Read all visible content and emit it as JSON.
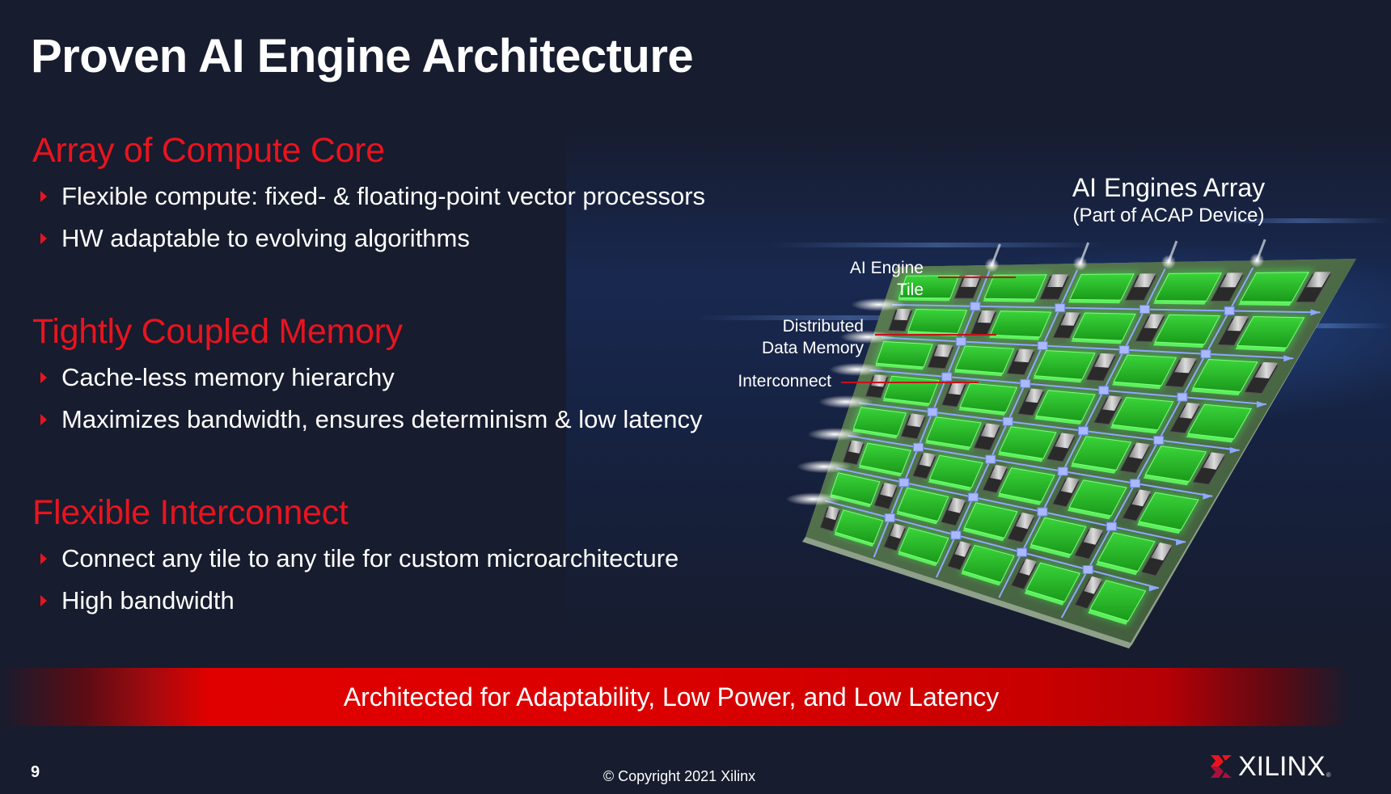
{
  "slide": {
    "title": "Proven AI Engine Architecture",
    "page_number": "9",
    "copyright": "© Copyright 2021 Xilinx",
    "logo_text": "XILINX",
    "logo_registered": "®",
    "banner_text": "Architected for Adaptability, Low Power, and Low Latency"
  },
  "sections": [
    {
      "heading": "Array of Compute Core",
      "bullets": [
        "Flexible compute: fixed- & floating-point vector processors",
        "HW adaptable to evolving algorithms"
      ]
    },
    {
      "heading": "Tightly Coupled Memory",
      "bullets": [
        "Cache-less memory hierarchy",
        "Maximizes bandwidth, ensures determinism & low latency"
      ]
    },
    {
      "heading": "Flexible Interconnect",
      "bullets": [
        "Connect any tile to any tile for custom microarchitecture",
        "High bandwidth"
      ]
    }
  ],
  "diagram": {
    "title": "AI Engines Array",
    "subtitle": "(Part of ACAP Device)",
    "columns": 5,
    "rows": 8,
    "callouts": {
      "tile_line1": "AI Engine",
      "tile_line2": "Tile",
      "memory_line1": "Distributed",
      "memory_line2": "Data Memory",
      "interconnect": "Interconnect"
    }
  },
  "colors": {
    "background": "#171c2e",
    "accent_red": "#e8141e",
    "banner_red": "#dc0000",
    "tile_green": "#2fc42f",
    "board_green": "#4a6a44",
    "interconnect_blue": "#8fa8ff"
  }
}
